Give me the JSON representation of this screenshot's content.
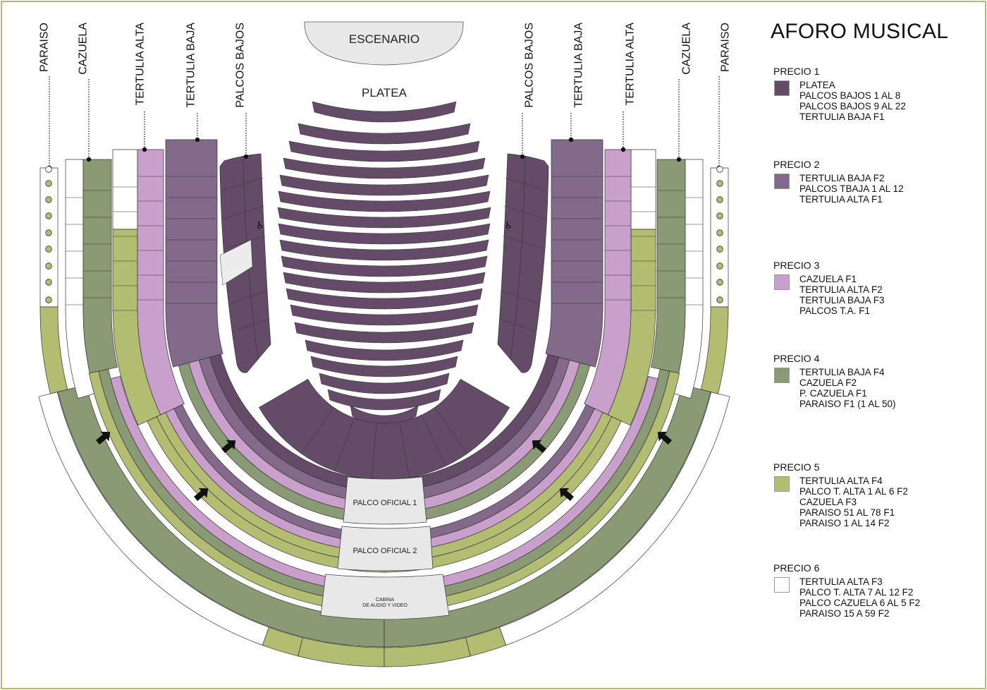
{
  "title": "AFORO MUSICAL",
  "colors": {
    "precio1": "#644c69",
    "precio2": "#836a8b",
    "precio3": "#c99fcb",
    "precio4": "#8a9a74",
    "precio5": "#b2bd72",
    "precio6": "#ffffff",
    "neutral": "#e8e8e8",
    "border": "#b2bd72"
  },
  "stage": {
    "escenario": "ESCENARIO",
    "platea": "PLATEA",
    "palco_oficial_1": "PALCO OFICIAL 1",
    "palco_oficial_2": "PALCO OFICIAL 2",
    "cabina_line1": "CABINA",
    "cabina_line2": "DE AUDIO Y VIDEO"
  },
  "section_labels": {
    "left": [
      "PARAISO",
      "CAZUELA",
      "TERTULIA ALTA",
      "TERTULIA BAJA",
      "PALCOS BAJOS"
    ],
    "right": [
      "PALCOS BAJOS",
      "TERTULIA BAJA",
      "TERTULIA ALTA",
      "CAZUELA",
      "PARAISO"
    ]
  },
  "icons": [
    "wheelchair-icon",
    "arrow-icon"
  ],
  "legend": [
    {
      "label": "PRECIO 1",
      "color": "#644c69",
      "items": [
        "PLATEA",
        "PALCOS BAJOS 1 AL 8",
        "PALCOS BAJOS 9 AL 22",
        "TERTULIA BAJA F1"
      ]
    },
    {
      "label": "PRECIO 2",
      "color": "#836a8b",
      "items": [
        "TERTULIA BAJA F2",
        "PALCOS TBAJA 1 AL 12",
        "TERTULIA ALTA F1"
      ]
    },
    {
      "label": "PRECIO 3",
      "color": "#c99fcb",
      "items": [
        "CAZUELA F1",
        "TERTULIA ALTA F2",
        "TERTULIA BAJA F3",
        "PALCOS T.A. F1"
      ]
    },
    {
      "label": "PRECIO 4",
      "color": "#8a9a74",
      "items": [
        "TERTULIA BAJA F4",
        "CAZUELA F2",
        "P. CAZUELA  F1",
        "PARAISO F1 (1 AL 50)"
      ]
    },
    {
      "label": "PRECIO 5",
      "color": "#b2bd72",
      "items": [
        "TERTULIA ALTA F4",
        "PALCO T. ALTA 1 AL 6  F2",
        "CAZUELA F3",
        "PARAISO 51 AL 78 F1",
        "PARAISO  1 AL 14 F2"
      ]
    },
    {
      "label": "PRECIO 6",
      "color": "#ffffff",
      "items": [
        "TERTULIA ALTA F3",
        "PALCO T. ALTA 7 AL 12 F2",
        "PALCO CAZUELA 6 AL 5 F2",
        "PARAISO 15 A 59 F2"
      ]
    }
  ]
}
